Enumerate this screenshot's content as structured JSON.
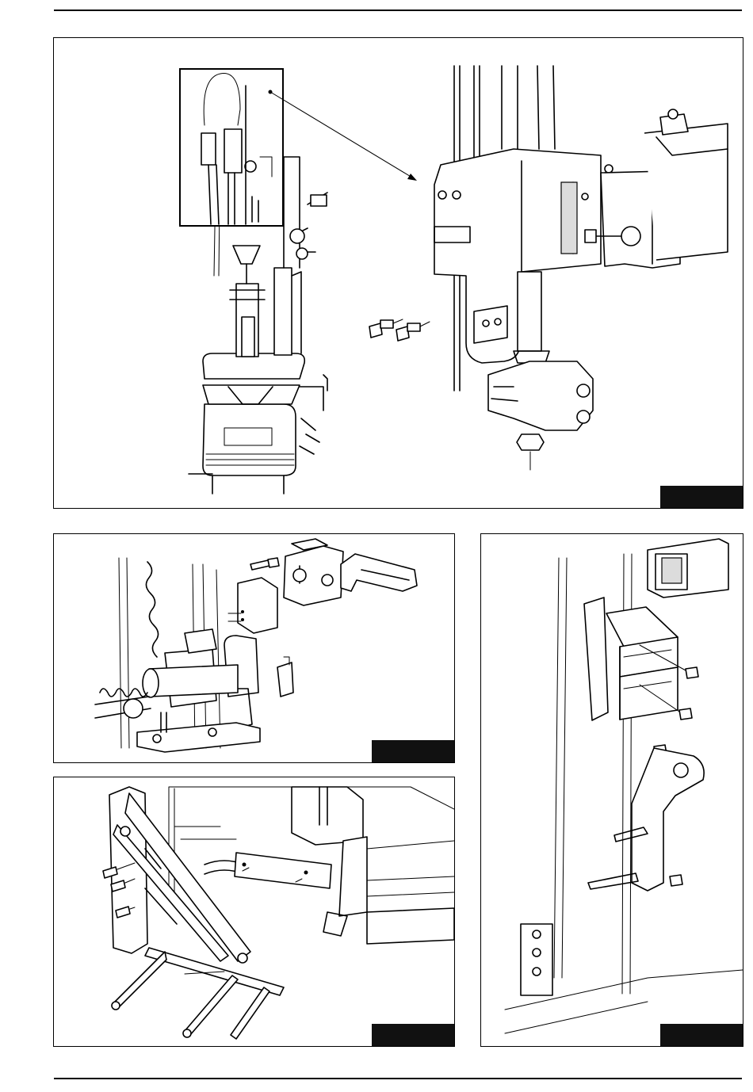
{
  "page": {
    "figure_tabs": {
      "top": "",
      "middle_left": "",
      "bottom_left": "",
      "right": ""
    }
  },
  "colors": {
    "ink": "#000000",
    "paper": "#ffffff",
    "tab": "#111111"
  },
  "icons": [
    "tyre-changer-machine-illustration",
    "column-bracket-detail-illustration",
    "pedal-control-illustration",
    "bead-breaker-arm-illustration",
    "tool-holder-bracket-illustration"
  ]
}
